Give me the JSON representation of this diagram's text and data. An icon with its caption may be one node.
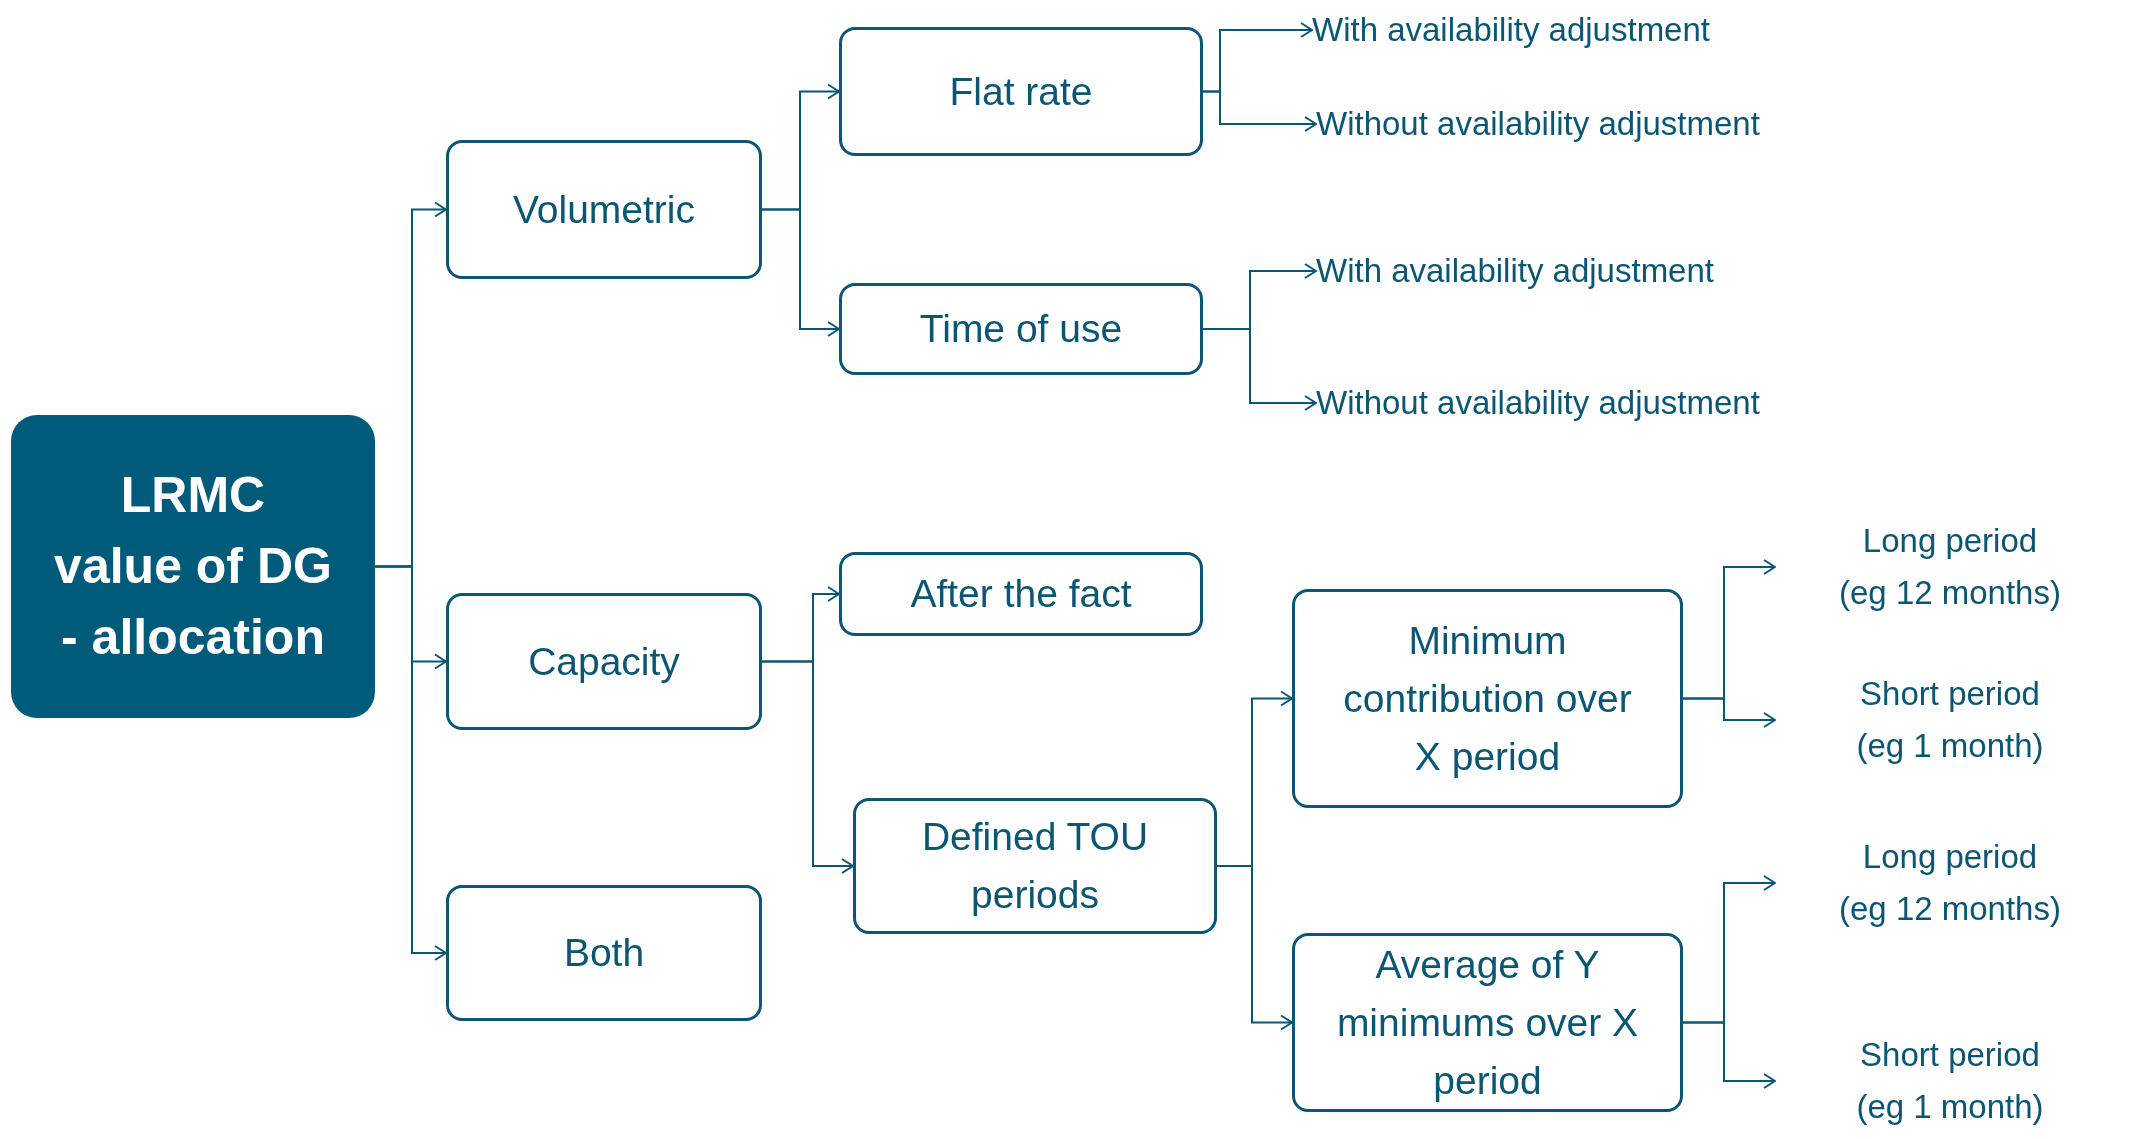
{
  "diagram": {
    "nodes": [
      {
        "text": [
          "LRMC value of DG - allocation"
        ]
      },
      {
        "text": [
          "Volumetric"
        ]
      },
      {
        "text": [
          "Capacity"
        ]
      },
      {
        "text": [
          "Both"
        ]
      },
      {
        "text": [
          "Flat rate"
        ]
      },
      {
        "text": [
          "With availability adjustment"
        ]
      },
      {
        "text": [
          "Without availability adjustment"
        ]
      },
      {
        "text": [
          "Time of use"
        ]
      },
      {
        "text": [
          "With availability adjustment"
        ]
      },
      {
        "text": [
          "Without availability adjustment"
        ]
      },
      {
        "text": [
          "After the fact"
        ]
      },
      {
        "text": [
          "Defined TOU periods"
        ]
      },
      {
        "text": [
          "Minimum contribution over X period"
        ]
      },
      {
        "text": [
          "Long period",
          "(eg 12 months)"
        ]
      },
      {
        "text": [
          "Short period",
          "(eg 1 month)"
        ]
      },
      {
        "text": [
          "Average of Y minimums over X period"
        ]
      },
      {
        "text": [
          "Long period",
          "(eg 12 months)"
        ]
      },
      {
        "text": [
          "Short period",
          "(eg 1 month)"
        ]
      }
    ],
    "edges": [
      {
        "from": 0,
        "to": 1,
        "arrow": "to"
      },
      {
        "from": 0,
        "to": 2,
        "arrow": "to"
      },
      {
        "from": 0,
        "to": 3,
        "arrow": "to"
      },
      {
        "from": 1,
        "to": 4,
        "arrow": "to"
      },
      {
        "from": 1,
        "to": 7,
        "arrow": "to"
      },
      {
        "from": 4,
        "to": 5,
        "arrow": "to"
      },
      {
        "from": 4,
        "to": 6,
        "arrow": "to"
      },
      {
        "from": 7,
        "to": 8,
        "arrow": "to"
      },
      {
        "from": 7,
        "to": 9,
        "arrow": "to"
      },
      {
        "from": 2,
        "to": 10,
        "arrow": "to"
      },
      {
        "from": 2,
        "to": 11,
        "arrow": "to"
      },
      {
        "from": 11,
        "to": 12,
        "arrow": "to"
      },
      {
        "from": 11,
        "to": 15,
        "arrow": "to"
      },
      {
        "from": 12,
        "to": 13,
        "arrow": "to"
      },
      {
        "from": 12,
        "to": 14,
        "arrow": "to"
      },
      {
        "from": 15,
        "to": 16,
        "arrow": "to"
      },
      {
        "from": 15,
        "to": 17,
        "arrow": "to"
      }
    ]
  }
}
